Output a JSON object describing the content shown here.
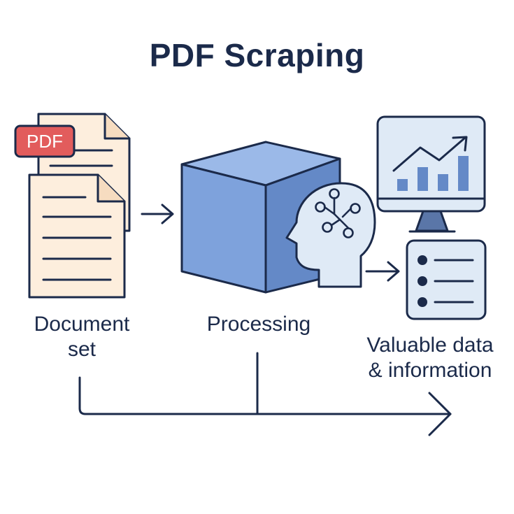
{
  "title": "PDF Scraping",
  "document": {
    "badge": "PDF",
    "label_line1": "Document",
    "label_line2": "set"
  },
  "processing": {
    "label": "Processing"
  },
  "output": {
    "label_line1": "Valuable data",
    "label_line2": "& information"
  },
  "icons": [
    "document-stack-icon",
    "pdf-badge-icon",
    "cube-icon",
    "ai-head-icon",
    "chart-monitor-icon",
    "list-card-icon"
  ],
  "colors": {
    "ink": "#1b2a4a",
    "paper": "#fdeedd",
    "pdf_red": "#e25c5c",
    "cube_front": "#7ea2dc",
    "cube_top": "#9bb9e8",
    "cube_side": "#6489c7",
    "screen": "#dfeaf6"
  }
}
